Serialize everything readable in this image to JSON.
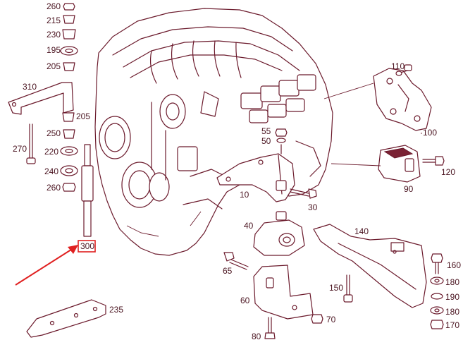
{
  "diagram": {
    "callouts": {
      "c260a": "260",
      "c215": "215",
      "c230": "230",
      "c195": "195",
      "c205a": "205",
      "c310": "310",
      "c205b": "205",
      "c250": "250",
      "c270": "270",
      "c220": "220",
      "c240": "240",
      "c260b": "260",
      "c300": "300",
      "c235": "235",
      "c110": "110",
      "c100": "100",
      "c55": "55",
      "c50": "50",
      "c10": "10",
      "c30": "30",
      "c120": "120",
      "c90": "90",
      "c40": "40",
      "c140": "140",
      "c65": "65",
      "c60": "60",
      "c70": "70",
      "c80": "80",
      "c150": "150",
      "c160": "160",
      "c180a": "180",
      "c190": "190",
      "c180b": "180",
      "c170": "170"
    },
    "colors": {
      "line": "#6b1a2c",
      "label": "#4a1420",
      "highlight": "#e02020"
    },
    "highlighted_callout": "300"
  }
}
